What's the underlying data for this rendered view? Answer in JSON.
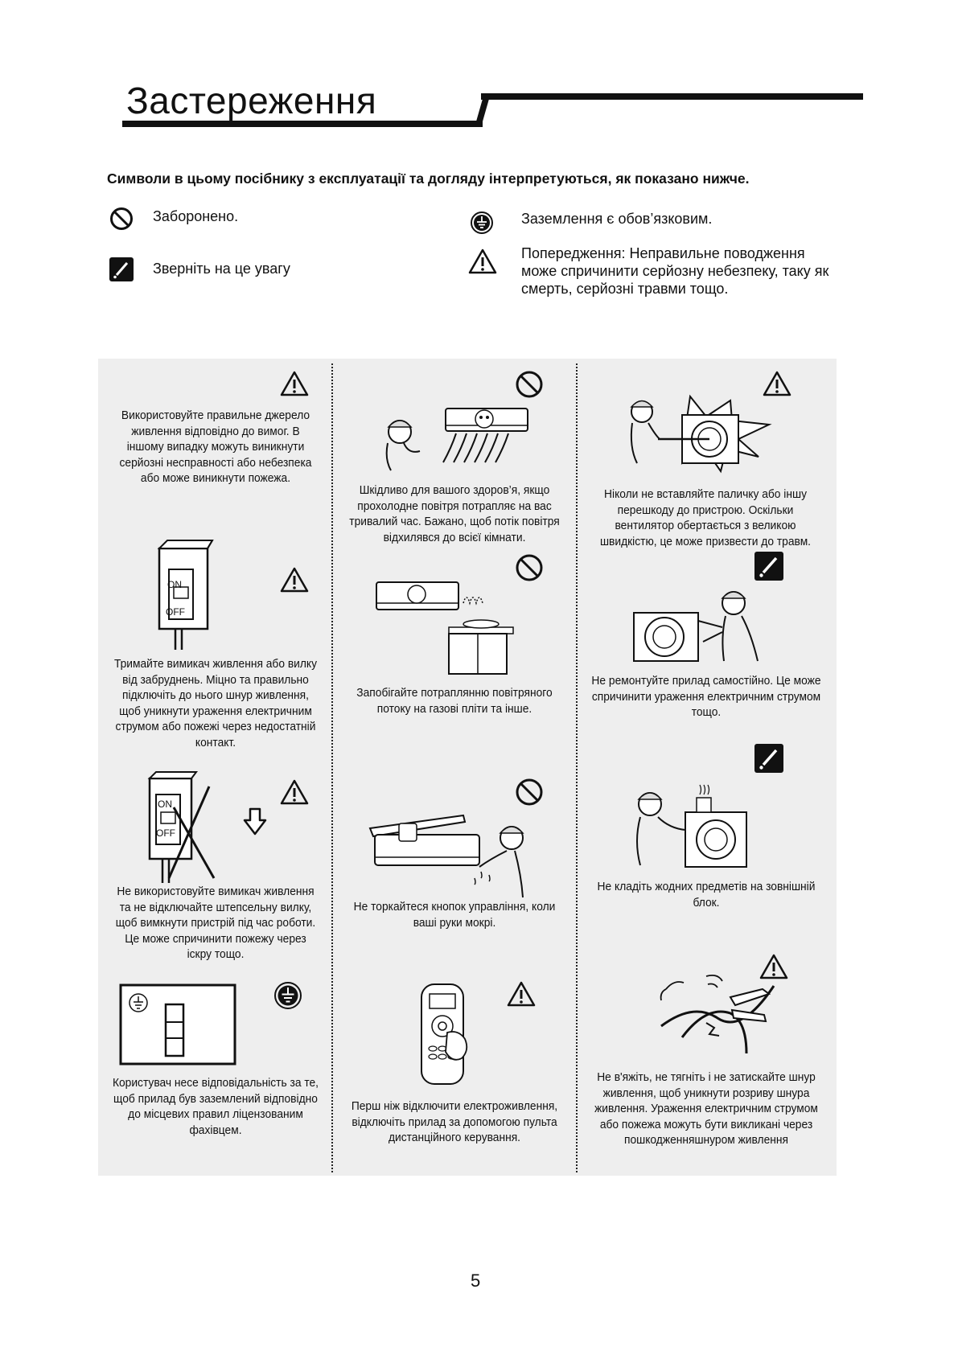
{
  "page": {
    "title": "Застереження",
    "intro": "Символи в цьому посібнику з експлуатації та догляду інтерпретуються, як показано нижче.",
    "page_number": "5"
  },
  "legend": {
    "prohibited": "Заборонено.",
    "attention": "Зверніть на це увагу",
    "grounding": "Заземлення є обов’язковим.",
    "warning": "Попередження: Неправильне поводження може спричинити серйозну небезпеку, таку як смерть, серйозні травми тощо."
  },
  "cells": [
    {
      "text": "Використовуйте правильне джерело живлення відповідно до вимог. В іншому випадку можуть виникнути серйозні несправності або небезпека або може виникнути пожежа.",
      "symbol": "warning-icon"
    },
    {
      "text": "Шкідливо для вашого здоров’я, якщо прохолодне повітря потрапляє на вас тривалий час. Бажано, щоб потік повітря відхилявся до всієї кімнати.",
      "symbol": "prohibited-icon"
    },
    {
      "text": "Ніколи не вставляйте паличку або іншу перешкоду до пристрою. Оскільки вентилятор обертається з великою швидкістю, це може призвести до травм.",
      "symbol": "warning-icon"
    },
    {
      "text": "Тримайте вимикач живлення або вилку від забруднень. Міцно та правильно підключіть до нього шнур живлення, щоб уникнути ураження електричним струмом або пожежі через недостатній контакт.",
      "symbol": "warning-icon"
    },
    {
      "text": "Запобігайте потраплянню повітряного потоку на газові пліти та інше.",
      "symbol": "prohibited-icon"
    },
    {
      "text": "Не ремонтуйте прилад самостійно. Це може спричинити ураження електричним струмом тощо.",
      "symbol": "attention-icon"
    },
    {
      "text": "Не використовуйте вимикач живлення та не відключайте штепсельну вилку, щоб вимкнути пристрій під час роботи. Це може спричинити пожежу через іскру тощо.",
      "symbol": "warning-icon"
    },
    {
      "text": "Не торкайтеся кнопок управління, коли ваші руки мокрі.",
      "symbol": "prohibited-icon"
    },
    {
      "text": "Не кладіть жодних предметів на зовнішній блок.",
      "symbol": "attention-icon"
    },
    {
      "text": "Користувач несе відповідальність за те, щоб прилад був заземлений відповідно до місцевих правил ліцензованим фахівцем.",
      "symbol": "grounding-icon"
    },
    {
      "text": "Перш ніж відключити електроживлення, відключіть прилад за допомогою пульта дистанційного керування.",
      "symbol": "warning-icon"
    },
    {
      "text": "Не в'яжіть, не тягніть і не затискайте шнур живлення, щоб уникнути розриву шнура живлення. Ураження електричним струмом або пожежа можуть бути викликані через пошкодженняшнуром живлення",
      "symbol": "warning-icon"
    }
  ],
  "illustrations": {
    "switch_on": "ON",
    "switch_off": "OFF"
  }
}
